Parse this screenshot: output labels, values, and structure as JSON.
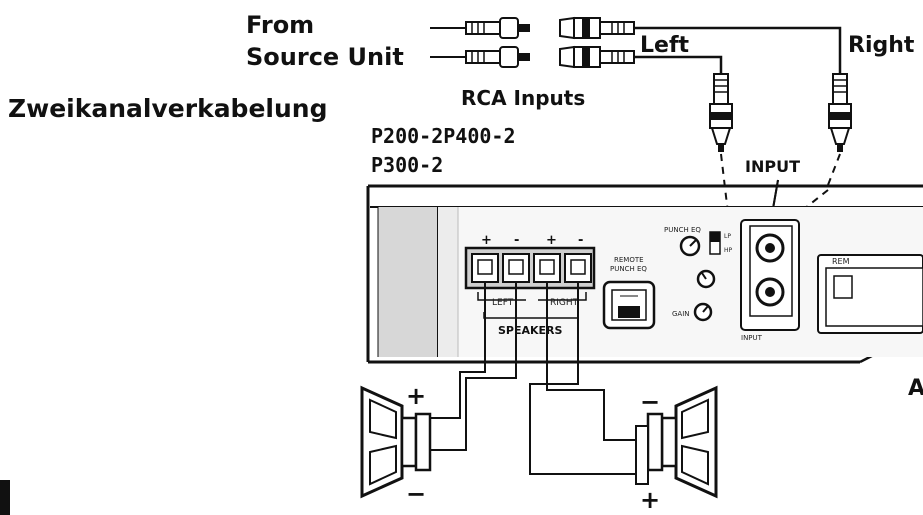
{
  "title": "Zweikanalverkabelung",
  "source": {
    "line1": "From",
    "line2": "Source Unit"
  },
  "channels": {
    "left": "Left",
    "right": "Right"
  },
  "rca_label": "RCA Inputs",
  "models": {
    "line1": "P200-2P400-2",
    "line2": "P300-2"
  },
  "amp": {
    "input_label": "INPUT",
    "speakers_label": "SPEAKERS",
    "speaker_left": "LEFT",
    "speaker_right": "RIGHT",
    "remote_label_1": "REMOTE",
    "remote_label_2": "PUNCH EQ",
    "punch_eq": "PUNCH EQ",
    "gain": "GAIN",
    "input_small": "INPUT",
    "rem_cut": "REM",
    "terminal_signs": [
      "+",
      "-",
      "+",
      "-"
    ]
  },
  "speaker_polarity": {
    "left_top": "+",
    "left_bottom": "−",
    "right_top": "−",
    "right_bottom": "+"
  },
  "edge_marks": {
    "right_a": "A"
  }
}
